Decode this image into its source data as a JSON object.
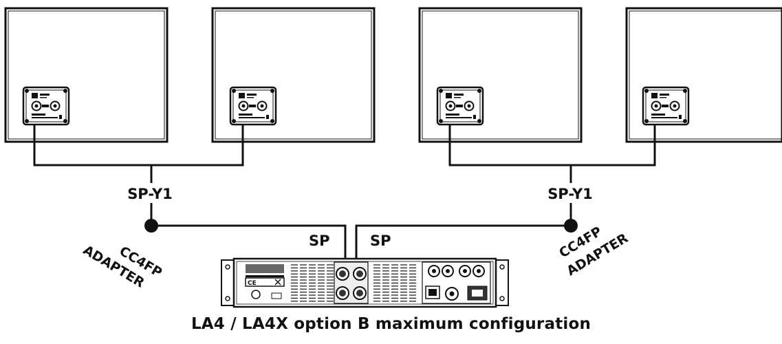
{
  "labels": {
    "splitter_left": "SP-Y1",
    "splitter_right": "SP-Y1",
    "cable_left": "SP",
    "cable_right": "SP",
    "adapter_left_line1": "CC4FP",
    "adapter_left_line2": "ADAPTER",
    "adapter_right_line1": "CC4FP",
    "adapter_right_line2": "ADAPTER"
  },
  "caption": "LA4 / LA4X option B maximum configuration",
  "colors": {
    "line": "#111111",
    "background": "#ffffff",
    "panel_fill": "#ffffff"
  },
  "components": {
    "speakers": [
      "speaker-cabinet",
      "speaker-cabinet",
      "speaker-cabinet",
      "speaker-cabinet"
    ],
    "amplifier": "LA4 / LA4X amplified controller rack unit"
  }
}
